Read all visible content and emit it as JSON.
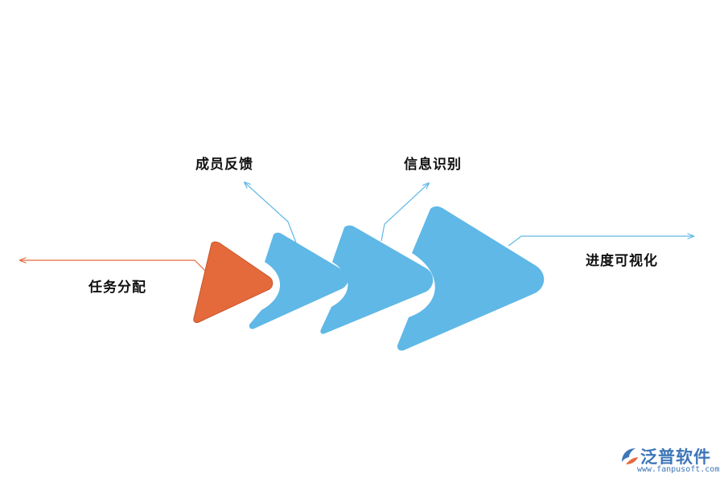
{
  "diagram": {
    "steps": [
      {
        "id": "task",
        "label": "任务分配"
      },
      {
        "id": "feedback",
        "label": "成员反馈"
      },
      {
        "id": "identify",
        "label": "信息识别"
      },
      {
        "id": "visual",
        "label": "进度可视化"
      }
    ],
    "colors": {
      "first_step": "#e46a3c",
      "other_steps": "#5fb8e6",
      "first_callout": "#e46a3c",
      "other_callouts": "#5fb8e6"
    }
  },
  "watermark": {
    "brand": "泛普软件",
    "url": "www.fanpusoft.com",
    "color": "#3d76b8"
  }
}
